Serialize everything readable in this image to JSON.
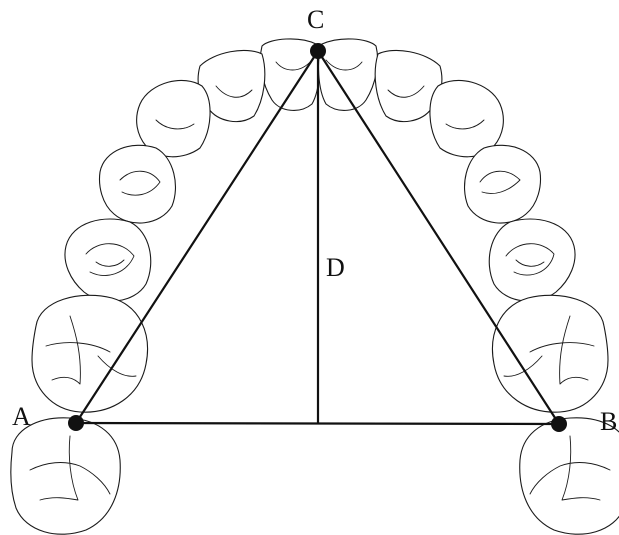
{
  "diagram": {
    "points": {
      "a": {
        "label": "A"
      },
      "b": {
        "label": "B"
      },
      "c": {
        "label": "C"
      }
    },
    "segment_label": "D"
  }
}
